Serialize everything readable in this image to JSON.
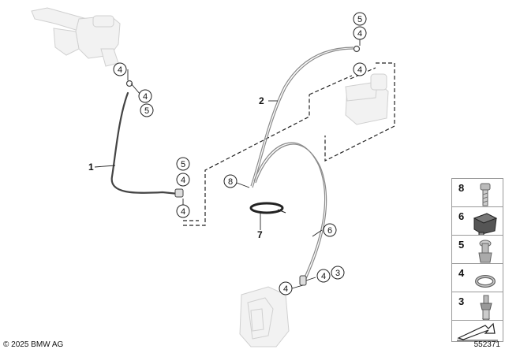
{
  "callouts": {
    "c_mc_4": "4",
    "c_upper_left_4": "4",
    "c_upper_left_5": "5",
    "c_lower_left_5": "5",
    "c_lower_left_4a": "4",
    "c_lower_left_4b": "4",
    "c_right_top_5": "5",
    "c_right_top_4": "4",
    "c_abs_4": "4",
    "c_8": "8",
    "c_6": "6",
    "c_caliper_4a": "4",
    "c_caliper_4b": "4",
    "c_caliper_3": "3"
  },
  "labels": {
    "line_1": "1",
    "line_2": "2",
    "line_7": "7"
  },
  "legend": {
    "items": [
      {
        "num": "8",
        "icon": "bolt-icon"
      },
      {
        "num": "6",
        "icon": "junction-block-icon"
      },
      {
        "num": "5",
        "icon": "banjo-bolt-icon"
      },
      {
        "num": "4",
        "icon": "sealing-ring-icon"
      },
      {
        "num": "3",
        "icon": "bleed-screw-icon"
      },
      {
        "num": "",
        "icon": "direction-arrow-icon"
      }
    ]
  },
  "footer": {
    "copyright": "© 2025 BMW AG",
    "diagram_id": "552371"
  }
}
